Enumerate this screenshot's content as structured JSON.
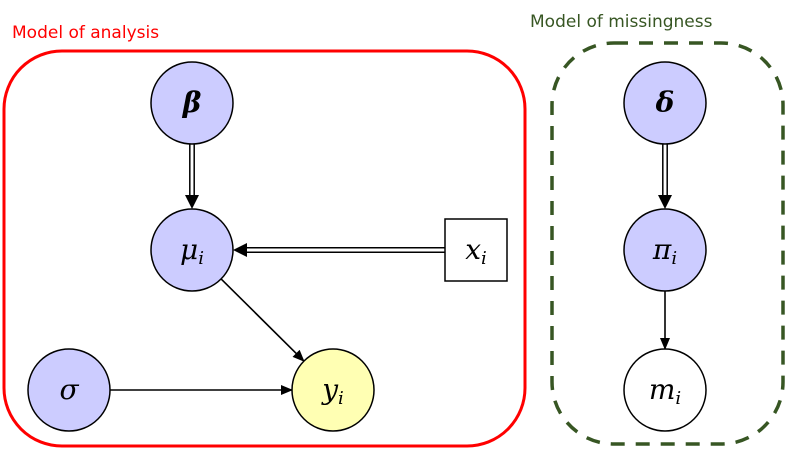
{
  "diagram": {
    "colors": {
      "analysis_box": "#ff0000",
      "missingness_box": "#375623",
      "parameter_node_fill": "#ccccff",
      "observed_node_fill": "#ffffb3",
      "plain_node_fill": "#ffffff",
      "edge": "#000000"
    },
    "groups": [
      {
        "id": "analysis",
        "title": "Model of analysis",
        "style": "solid"
      },
      {
        "id": "missingness",
        "title": "Model of missingness",
        "style": "dashed"
      }
    ],
    "nodes": {
      "beta": {
        "symbol": "β",
        "subscript": "",
        "bold": true,
        "shape": "circle",
        "kind": "parameter",
        "group": "analysis"
      },
      "mu": {
        "symbol": "μ",
        "subscript": "i",
        "bold": false,
        "shape": "circle",
        "kind": "parameter",
        "group": "analysis"
      },
      "x": {
        "symbol": "x",
        "subscript": "i",
        "bold": false,
        "shape": "square",
        "kind": "fixed",
        "group": "analysis"
      },
      "sigma": {
        "symbol": "σ",
        "subscript": "",
        "bold": false,
        "shape": "circle",
        "kind": "parameter",
        "group": "analysis"
      },
      "y": {
        "symbol": "y",
        "subscript": "i",
        "bold": false,
        "shape": "circle",
        "kind": "observed",
        "group": "analysis"
      },
      "delta": {
        "symbol": "δ",
        "subscript": "",
        "bold": true,
        "shape": "circle",
        "kind": "parameter",
        "group": "missingness"
      },
      "pi": {
        "symbol": "π",
        "subscript": "i",
        "bold": false,
        "shape": "circle",
        "kind": "parameter",
        "group": "missingness"
      },
      "m": {
        "symbol": "m",
        "subscript": "i",
        "bold": false,
        "shape": "circle",
        "kind": "plain",
        "group": "missingness"
      }
    },
    "edges": [
      {
        "from": "beta",
        "to": "mu",
        "type": "deterministic"
      },
      {
        "from": "x",
        "to": "mu",
        "type": "deterministic"
      },
      {
        "from": "mu",
        "to": "y",
        "type": "stochastic"
      },
      {
        "from": "sigma",
        "to": "y",
        "type": "stochastic"
      },
      {
        "from": "delta",
        "to": "pi",
        "type": "deterministic"
      },
      {
        "from": "pi",
        "to": "m",
        "type": "stochastic"
      }
    ]
  }
}
